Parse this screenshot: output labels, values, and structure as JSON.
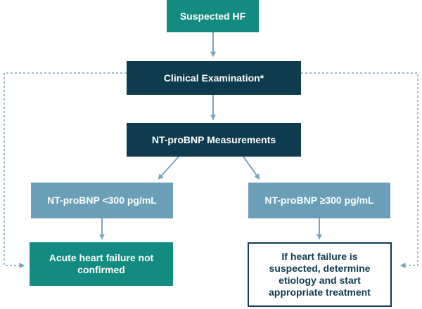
{
  "flowchart": {
    "start": {
      "label": "Suspected HF"
    },
    "clinical_exam": {
      "label": "Clinical Examination*"
    },
    "measurement": {
      "label": "NT-proBNP Measurements"
    },
    "low_result": {
      "label": "NT-proBNP <300 pg/mL"
    },
    "high_result": {
      "label": "NT-proBNP ≥300 pg/mL"
    },
    "low_outcome": {
      "label": "Acute heart failure not confirmed"
    },
    "high_outcome": {
      "label": "If heart failure is suspected, determine etiology and start appropriate treatment"
    }
  },
  "colors": {
    "teal": "#138b80",
    "navy": "#0f3b4f",
    "light_blue": "#6a9fb7",
    "arrow": "#7aa6bc",
    "outline_border": "#0f3b4f",
    "outline_text": "#0f3b4f",
    "white_text": "#ffffff"
  }
}
